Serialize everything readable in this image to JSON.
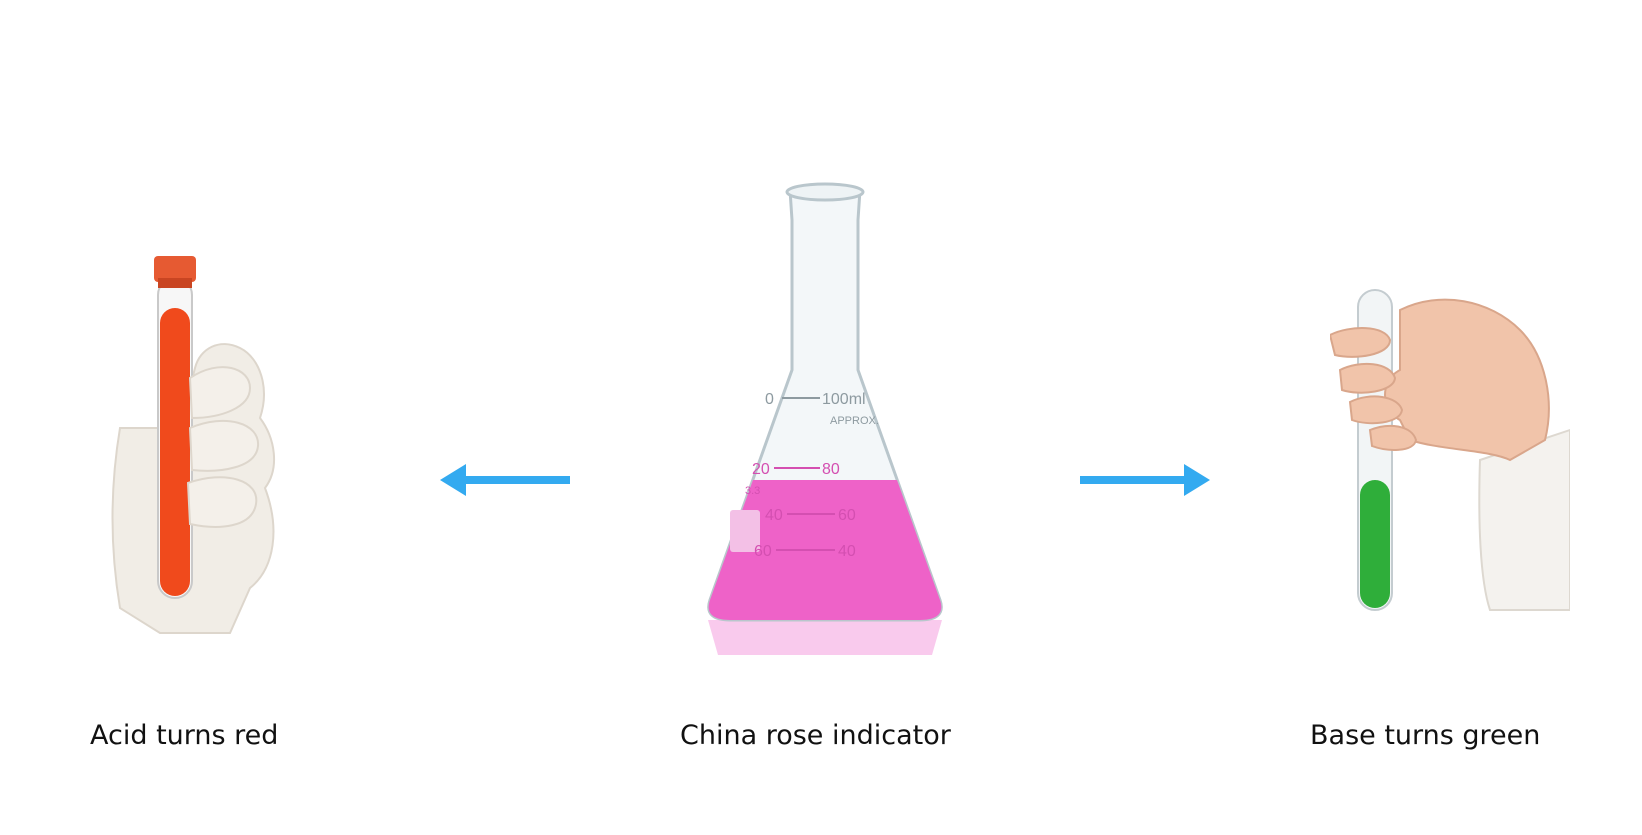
{
  "captions": {
    "acid": "Acid turns red",
    "indicator": "China rose indicator",
    "base": "Base turns green"
  },
  "flask_markings": {
    "capacity": "100ml",
    "approx": "APPROX.",
    "m0": "0",
    "m20": "20",
    "m40": "40",
    "m60": "60",
    "r80": "80",
    "r60": "60",
    "r40": "40",
    "stamp": "3.3"
  },
  "colors": {
    "arrow": "#33aaf0",
    "acid": "#f04a1c",
    "indicator": "#ee62c8",
    "base": "#2fae3a",
    "glove": "#f1ede6",
    "skin": "#f1c4aa"
  }
}
